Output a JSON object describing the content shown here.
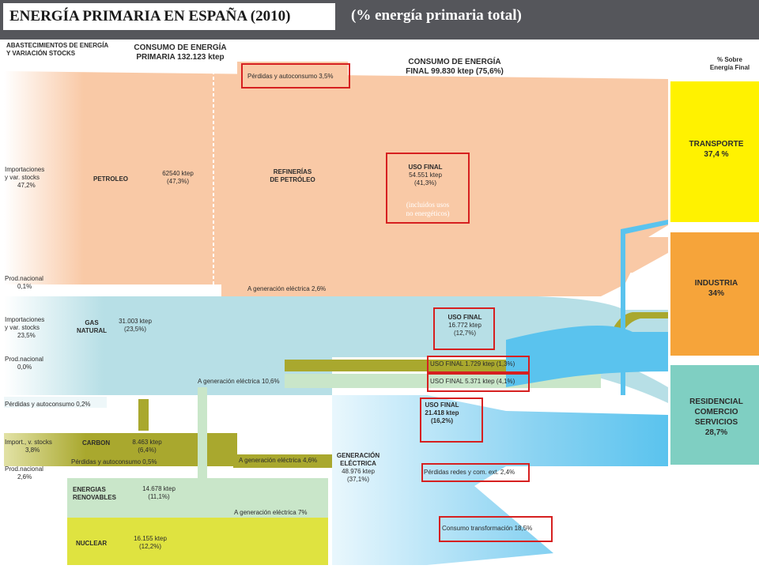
{
  "header": {
    "title": "ENERGÍA PRIMARIA EN ESPAÑA (2010)",
    "subtitle": "(% energía primaria total)"
  },
  "columns": {
    "supply": [
      "ABASTECIMIENTOS DE ENERGÍA",
      "Y VARIACIÓN STOCKS"
    ],
    "primary": [
      "CONSUMO DE ENERGÍA",
      "PRIMARIA 132.123 ktep"
    ],
    "final": [
      "CONSUMO DE ENERGÍA",
      "FINAL 99.830 ktep (75,6%)"
    ],
    "share": [
      "% Sobre",
      "Energía Final"
    ]
  },
  "sources": {
    "petroleo": {
      "name": "PETROLEO",
      "imports": [
        "Importaciones",
        "y var. stocks",
        "47,2%"
      ],
      "prod": [
        "Prod.nacional",
        "0,1%"
      ],
      "value": [
        "62540 ktep",
        "(47,3%)"
      ]
    },
    "gas": {
      "name": [
        "GAS",
        "NATURAL"
      ],
      "imports": [
        "Importaciones",
        "y var. stocks",
        "23,5%"
      ],
      "prod": [
        "Prod.nacional",
        "0,0%"
      ],
      "value": [
        "31.003 ktep",
        "(23,5%)"
      ],
      "losses": "Pérdidas y autoconsumo 0,2%"
    },
    "carbon": {
      "name": "CARBON",
      "imports": [
        "Import., v. stocks",
        "3,8%"
      ],
      "prod": [
        "Prod.nacional",
        "2,6%"
      ],
      "value": [
        "8.463 ktep",
        "(6,4%)"
      ],
      "losses": "Pérdidas y autoconsumo 0,5%"
    },
    "renovables": {
      "name": [
        "ENERGIAS",
        "RENOVABLES"
      ],
      "value": [
        "14.678 ktep",
        "(11,1%)"
      ]
    },
    "nuclear": {
      "name": "NUCLEAR",
      "value": [
        "16.155 ktep",
        "(12,2%)"
      ]
    }
  },
  "refinerias": [
    "REFINERÍAS",
    "DE PETRÓLEO"
  ],
  "flows": {
    "perdidas_refino": "Pérdidas y autoconsumo 3,5%",
    "petroleo_final": [
      "USO FINAL",
      "54.551 ktep",
      "(41,3%)"
    ],
    "petroleo_note": [
      "(incluidos usos",
      "no energéticos)"
    ],
    "petroleo_gen": "A generación eléctrica 2,6%",
    "gas_final": [
      "USO FINAL",
      "16.772 ktep",
      "(12,7%)"
    ],
    "gas_gen": "A generación eléctrica 10,6%",
    "carbon_final": "USO FINAL 1.729 ktep (1,3%)",
    "carbon_gen": "A generación eléctrica 4,6%",
    "renov_final": "USO FINAL 5.371 ktep (4,1%)",
    "renov_gen": "A generación eléctrica 7%",
    "elec_final": [
      "USO FINAL",
      "21.418 ktep",
      "(16,2%)"
    ],
    "elec_losses": "Pérdidas redes y com. ext. 2,4%",
    "transformacion": "Consumo transformación 18,5%"
  },
  "generacion": [
    "GENERACIÓN",
    "ELÉCTRICA",
    "48.976 ktep",
    "(37,1%)"
  ],
  "destinations": {
    "transporte": [
      "TRANSPORTE",
      "37,4 %"
    ],
    "industria": [
      "INDUSTRIA",
      "34%"
    ],
    "residencial": [
      "RESIDENCIAL",
      "COMERCIO",
      "SERVICIOS",
      "28,7%"
    ]
  },
  "colors": {
    "petroleo": "#f9c9a6",
    "gas": "#b7dfe6",
    "carbon": "#a9a82e",
    "renovables": "#c9e6c9",
    "nuclear": "#dfe340",
    "electricidad": "#5ac3ee",
    "transporte": "#fff200",
    "industria": "#f6a43a",
    "residencial": "#7fcfc2",
    "highlight": "#d62020",
    "header": "#55565b"
  }
}
